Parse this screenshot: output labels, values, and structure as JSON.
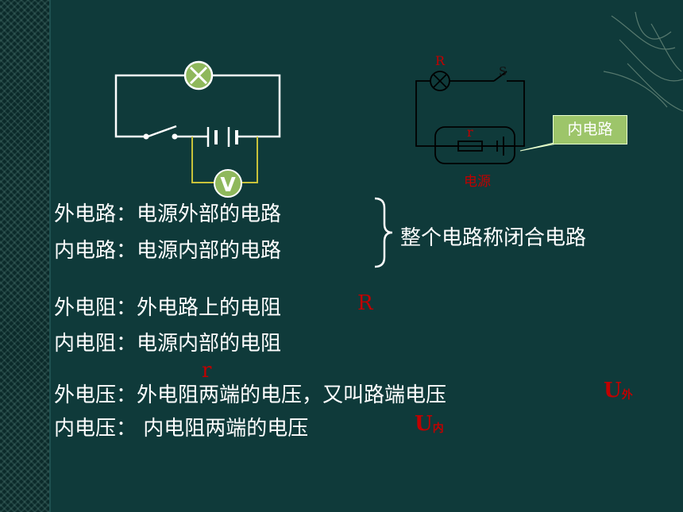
{
  "circuit_left": {
    "voltmeter_symbol": "V"
  },
  "circuit_right": {
    "label_R": "R",
    "label_S": "S",
    "label_r": "r",
    "source_label": "电源",
    "callout": "内电路"
  },
  "definitions": {
    "outer_circuit": "外电路：电源外部的电路",
    "inner_circuit": "内电路：电源内部的电路",
    "closed_circuit": "整个电路称闭合电路",
    "outer_resistance": "外电阻：外电路上的电阻",
    "outer_resistance_symbol": "R",
    "inner_resistance": "内电阻：电源内部的电阻",
    "inner_resistance_symbol": "r",
    "outer_voltage": "外电压：外电阻两端的电压，又叫路端电压",
    "outer_voltage_symbol": "U",
    "outer_voltage_sub": "外",
    "inner_voltage": "内电压： 内电阻两端的电压",
    "inner_voltage_symbol": "U",
    "inner_voltage_sub": "内"
  },
  "colors": {
    "background": "#0f3a3a",
    "text": "#ffffff",
    "accent": "#c00000",
    "callout_bg": "#9dc56a"
  }
}
